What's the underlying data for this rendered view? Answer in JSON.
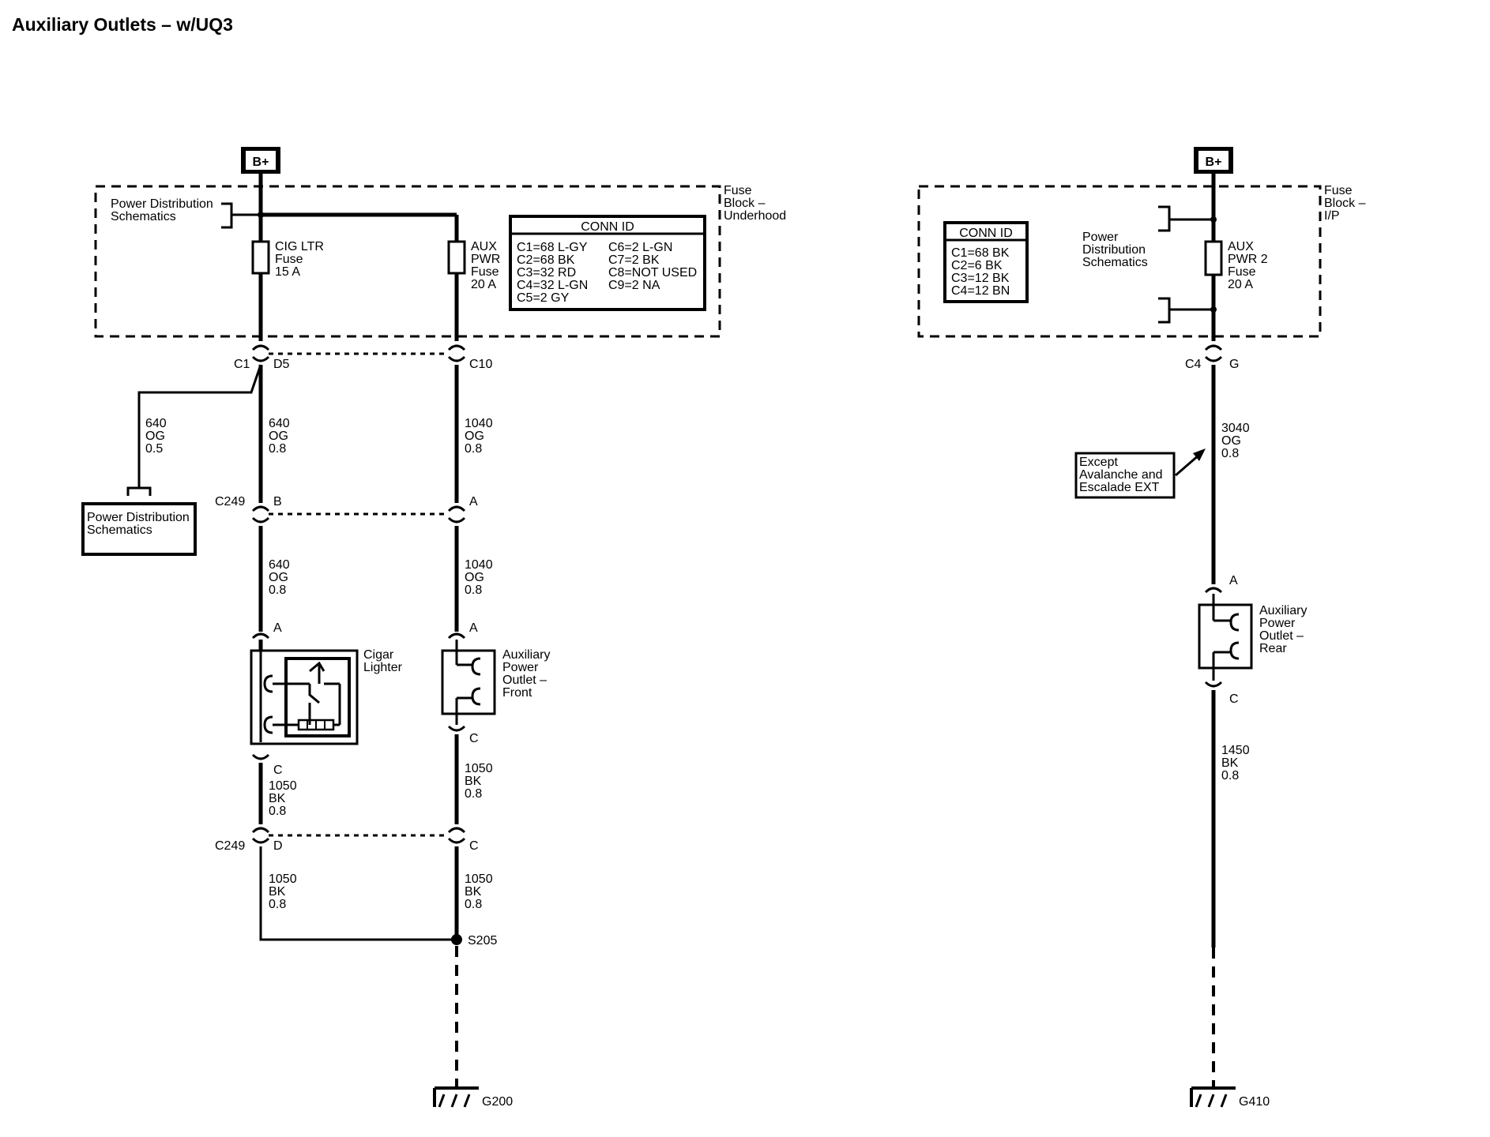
{
  "title": "Auxiliary Outlets – w/UQ3",
  "left": {
    "bplus": "B+",
    "fuse_block_label": [
      "Fuse",
      "Block –",
      "Underhood"
    ],
    "power_dist_label": [
      "Power Distribution",
      "Schematics"
    ],
    "cig_fuse": [
      "CIG LTR",
      "Fuse",
      "15 A"
    ],
    "aux_fuse": [
      "AUX",
      "PWR",
      "Fuse",
      "20 A"
    ],
    "conn_id": {
      "header": "CONN ID",
      "col1": [
        "C1=68 L-GY",
        "C2=68 BK",
        "C3=32 RD",
        "C4=32 L-GN",
        "C5=2 GY"
      ],
      "col2": [
        "C6=2 L-GN",
        "C7=2 BK",
        "C8=NOT USED",
        "C9=2 NA"
      ]
    },
    "conn_c1": "C1",
    "pin_d5": "D5",
    "pin_c10": "C10",
    "wire_640_05": [
      "640",
      "OG",
      "0.5"
    ],
    "wire_640_08_a": [
      "640",
      "OG",
      "0.8"
    ],
    "wire_1040_a": [
      "1040",
      "OG",
      "0.8"
    ],
    "power_dist_box": [
      "Power Distribution",
      "Schematics"
    ],
    "conn_c249_top": "C249",
    "pin_b": "B",
    "pin_a_c249": "A",
    "wire_640_08_b": [
      "640",
      "OG",
      "0.8"
    ],
    "wire_1040_b": [
      "1040",
      "OG",
      "0.8"
    ],
    "pin_a_cig": "A",
    "pin_a_aux": "A",
    "cigar_label": [
      "Cigar",
      "Lighter"
    ],
    "aux_front_label": [
      "Auxiliary",
      "Power",
      "Outlet –",
      "Front"
    ],
    "pin_c_cig": "C",
    "pin_c_aux": "C",
    "wire_1050_a": [
      "1050",
      "BK",
      "0.8"
    ],
    "wire_1050_b": [
      "1050",
      "BK",
      "0.8"
    ],
    "conn_c249_bot": "C249",
    "pin_d": "D",
    "pin_c_c249": "C",
    "wire_1050_c": [
      "1050",
      "BK",
      "0.8"
    ],
    "wire_1050_d": [
      "1050",
      "BK",
      "0.8"
    ],
    "splice": "S205",
    "ground": "G200"
  },
  "right": {
    "bplus": "B+",
    "fuse_block_label": [
      "Fuse",
      "Block –",
      "I/P"
    ],
    "conn_id": {
      "header": "CONN ID",
      "col1": [
        "C1=68 BK",
        "C2=6 BK",
        "C3=12 BK",
        "C4=12 BN"
      ]
    },
    "power_dist_label": [
      "Power",
      "Distribution",
      "Schematics"
    ],
    "aux_fuse": [
      "AUX",
      "PWR 2",
      "Fuse",
      "20 A"
    ],
    "conn_c4": "C4",
    "pin_g": "G",
    "wire_3040": [
      "3040",
      "OG",
      "0.8"
    ],
    "except_box": [
      "Except",
      "Avalanche and",
      "Escalade EXT"
    ],
    "pin_a": "A",
    "aux_rear_label": [
      "Auxiliary",
      "Power",
      "Outlet –",
      "Rear"
    ],
    "pin_c": "C",
    "wire_1450": [
      "1450",
      "BK",
      "0.8"
    ],
    "ground": "G410"
  }
}
